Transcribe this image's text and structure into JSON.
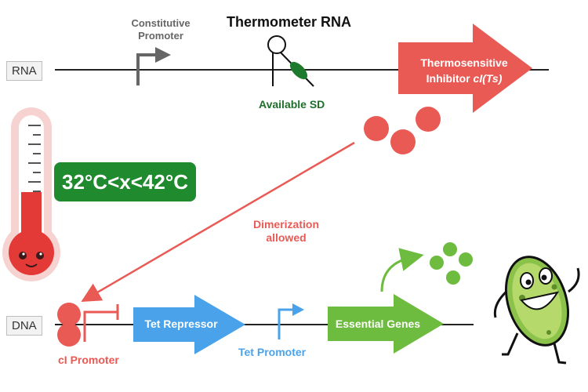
{
  "rna_track": {
    "label": "RNA",
    "constitutive_promoter": "Constitutive\nPromoter",
    "thermometer_title": "Thermometer RNA",
    "available_sd": "Available SD",
    "inhibitor_arrow": {
      "line1": "Thermosensitive",
      "line2_plain": "Inhibitor ",
      "line2_italic": "cI(Ts)"
    }
  },
  "temperature_range": "32°C<x<42°C",
  "dimerization": "Dimerization\nallowed",
  "dna_track": {
    "label": "DNA",
    "ci_promoter": "cI Promoter",
    "tet_repressor": "Tet Repressor",
    "tet_promoter": "Tet Promoter",
    "essential_genes": "Essential Genes"
  },
  "colors": {
    "red": "#ea5a55",
    "blue": "#4aa3ea",
    "green": "#6dbb3f",
    "dark_green": "#1f8a2e",
    "gray": "#555555"
  }
}
